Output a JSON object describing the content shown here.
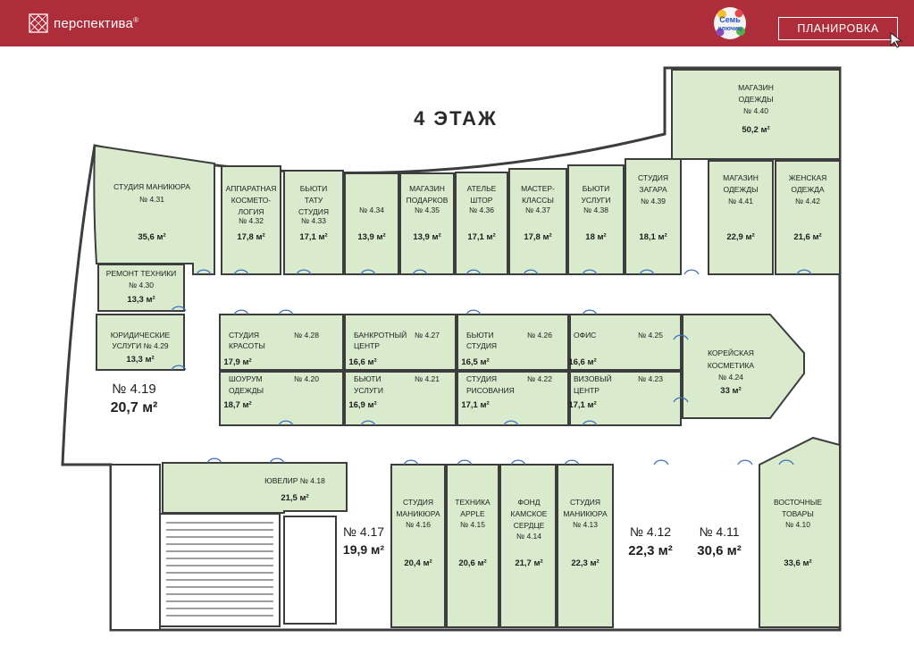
{
  "header": {
    "logo_text": "перспектива",
    "logo_reg": "®",
    "badge_line1": "Семь",
    "badge_line2": "ключиц",
    "plan_button": "ПЛАНИРОВКА"
  },
  "floor_title": "4 ЭТАЖ",
  "colors": {
    "header": "#ad2d3a",
    "unit_fill": "#d9ebcc",
    "wall": "#3d3d3d",
    "door": "#3a6fbf"
  },
  "units": [
    {
      "id": "4.31",
      "l1": "СТУДИЯ МАНИКЮРА",
      "num": "№ 4.31",
      "area": "35,6 м²",
      "free": false
    },
    {
      "id": "4.32",
      "l1": "АППАРАТНАЯ",
      "l2": "КОСМЕТО-",
      "l3": "ЛОГИЯ",
      "num": "№ 4.32",
      "area": "17,8 м²",
      "free": false
    },
    {
      "id": "4.33",
      "l1": "БЬЮТИ",
      "l2": "ТАТУ",
      "l3": "СТУДИЯ",
      "num": "№ 4.33",
      "area": "17,1 м²",
      "free": false
    },
    {
      "id": "4.34",
      "l1": "",
      "num": "№ 4.34",
      "area": "13,9 м²",
      "free": false
    },
    {
      "id": "4.35",
      "l1": "МАГАЗИН",
      "l2": "ПОДАРКОВ",
      "num": "№ 4.35",
      "area": "13,9 м²",
      "free": false
    },
    {
      "id": "4.36",
      "l1": "АТЕЛЬЕ",
      "l2": "ШТОР",
      "num": "№ 4.36",
      "area": "17,1 м²",
      "free": false
    },
    {
      "id": "4.37",
      "l1": "МАСТЕР-",
      "l2": "КЛАССЫ",
      "num": "№ 4.37",
      "area": "17,8 м²",
      "free": false
    },
    {
      "id": "4.38",
      "l1": "БЬЮТИ",
      "l2": "УСЛУГИ",
      "num": "№ 4.38",
      "area": "18 м²",
      "free": false
    },
    {
      "id": "4.39",
      "l1": "СТУДИЯ",
      "l2": "ЗАГАРА",
      "num": "№ 4.39",
      "area": "18,1 м²",
      "free": false
    },
    {
      "id": "4.40",
      "l1": "МАГАЗИН",
      "l2": "ОДЕЖДЫ",
      "num": "№ 4.40",
      "area": "50,2 м²",
      "free": false
    },
    {
      "id": "4.41",
      "l1": "МАГАЗИН",
      "l2": "ОДЕЖДЫ",
      "num": "№ 4.41",
      "area": "22,9 м²",
      "free": false
    },
    {
      "id": "4.42",
      "l1": "ЖЕНСКАЯ",
      "l2": "ОДЕЖДА",
      "num": "№ 4.42",
      "area": "21,6 м²",
      "free": false
    },
    {
      "id": "4.30",
      "l1": "РЕМОНТ ТЕХНИКИ",
      "num": "№ 4.30",
      "area": "13,3 м²",
      "free": false
    },
    {
      "id": "4.29",
      "l1": "ЮРИДИЧЕСКИЕ",
      "l2": "УСЛУГИ № 4.29",
      "area": "13,3 м²",
      "free": false
    },
    {
      "id": "4.19",
      "num": "№ 4.19",
      "area": "20,7 м²",
      "free": true
    },
    {
      "id": "4.28",
      "l1": "СТУДИЯ",
      "l2": "КРАСОТЫ",
      "num": "№ 4.28",
      "area": "17,9 м²",
      "free": false
    },
    {
      "id": "4.27",
      "l1": "БАНКРОТНЫЙ",
      "l2": "ЦЕНТР",
      "num": "№ 4.27",
      "area": "16,6 м²",
      "free": false
    },
    {
      "id": "4.26",
      "l1": "БЬЮТИ",
      "l2": "СТУДИЯ",
      "num": "№ 4.26",
      "area": "16,5 м²",
      "free": false
    },
    {
      "id": "4.25",
      "l1": "ОФИС",
      "num": "№ 4.25",
      "area": "16,6 м²",
      "free": false
    },
    {
      "id": "4.24",
      "l1": "КОРЕЙСКАЯ",
      "l2": "КОСМЕТИКА",
      "num": "№ 4.24",
      "area": "33 м²",
      "free": false
    },
    {
      "id": "4.20",
      "l1": "ШОУРУМ",
      "l2": "ОДЕЖДЫ",
      "num": "№ 4.20",
      "area": "18,7 м²",
      "free": false
    },
    {
      "id": "4.21",
      "l1": "БЬЮТИ",
      "l2": "УСЛУГИ",
      "num": "№ 4.21",
      "area": "16,9 м²",
      "free": false
    },
    {
      "id": "4.22",
      "l1": "СТУДИЯ",
      "l2": "РИСОВАНИЯ",
      "num": "№ 4.22",
      "area": "17,1 м²",
      "free": false
    },
    {
      "id": "4.23",
      "l1": "ВИЗОВЫЙ",
      "l2": "ЦЕНТР",
      "num": "№ 4.23",
      "area": "17,1 м²",
      "free": false
    },
    {
      "id": "4.18",
      "l1": "ЮВЕЛИР № 4.18",
      "area": "21,5 м²",
      "free": false
    },
    {
      "id": "4.17",
      "num": "№ 4.17",
      "area": "19,9 м²",
      "free": true
    },
    {
      "id": "4.16",
      "l1": "СТУДИЯ",
      "l2": "МАНИКЮРА",
      "num": "№ 4.16",
      "area": "20,4 м²",
      "free": false
    },
    {
      "id": "4.15",
      "l1": "ТЕХНИКА",
      "l2": "APPLE",
      "num": "№ 4.15",
      "area": "20,6 м²",
      "free": false
    },
    {
      "id": "4.14",
      "l1": "ФОНД",
      "l2": "КАМСКОЕ",
      "l3": "СЕРДЦЕ",
      "num": "№ 4.14",
      "area": "21,7 м²",
      "free": false
    },
    {
      "id": "4.13",
      "l1": "СТУДИЯ",
      "l2": "МАНИКЮРА",
      "num": "№ 4.13",
      "area": "22,3 м²",
      "free": false
    },
    {
      "id": "4.12",
      "num": "№ 4.12",
      "area": "22,3 м²",
      "free": true
    },
    {
      "id": "4.11",
      "num": "№ 4.11",
      "area": "30,6 м²",
      "free": true
    },
    {
      "id": "4.10",
      "l1": "ВОСТОЧНЫЕ",
      "l2": "ТОВАРЫ",
      "num": "№ 4.10",
      "area": "33,6 м²",
      "free": false
    }
  ]
}
